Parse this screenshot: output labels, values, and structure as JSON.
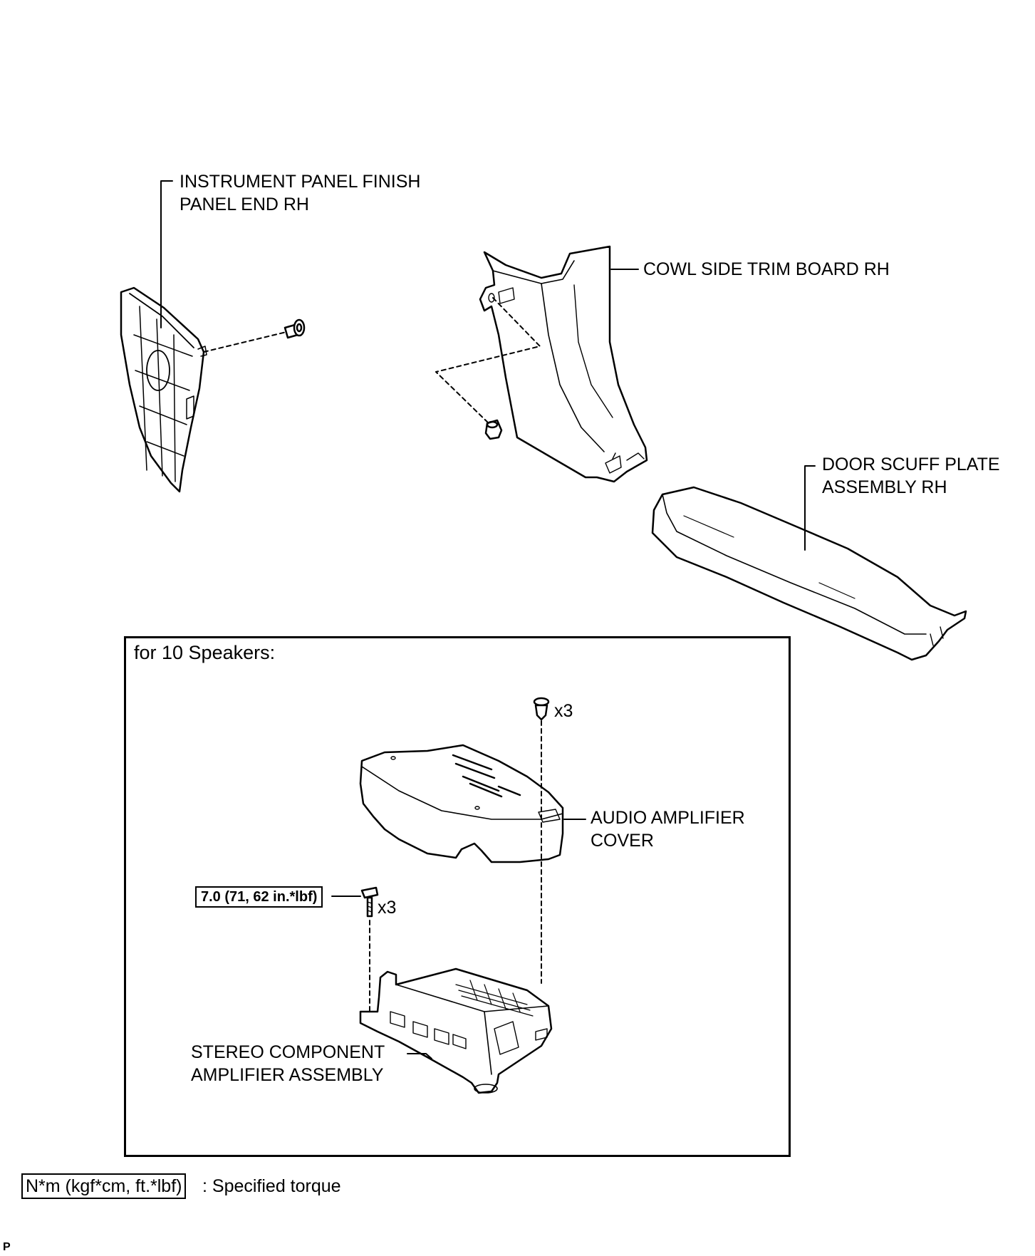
{
  "labels": {
    "instrument_panel": [
      "INSTRUMENT PANEL FINISH",
      "PANEL END RH"
    ],
    "cowl_side": "COWL SIDE TRIM BOARD RH",
    "door_scuff": [
      "DOOR SCUFF PLATE",
      "ASSEMBLY RH"
    ],
    "inset_title": "for 10 Speakers:",
    "audio_cover": [
      "AUDIO AMPLIFIER",
      "COVER"
    ],
    "stereo_amp": [
      "STEREO COMPONENT",
      "AMPLIFIER ASSEMBLY"
    ],
    "clip_qty": "x3",
    "bolt_qty": "x3",
    "torque_value": "7.0 (71, 62 in.*lbf)",
    "legend_units": "N*m (kgf*cm, ft.*lbf)",
    "legend_desc": ": Specified torque",
    "corner_mark": "P"
  }
}
